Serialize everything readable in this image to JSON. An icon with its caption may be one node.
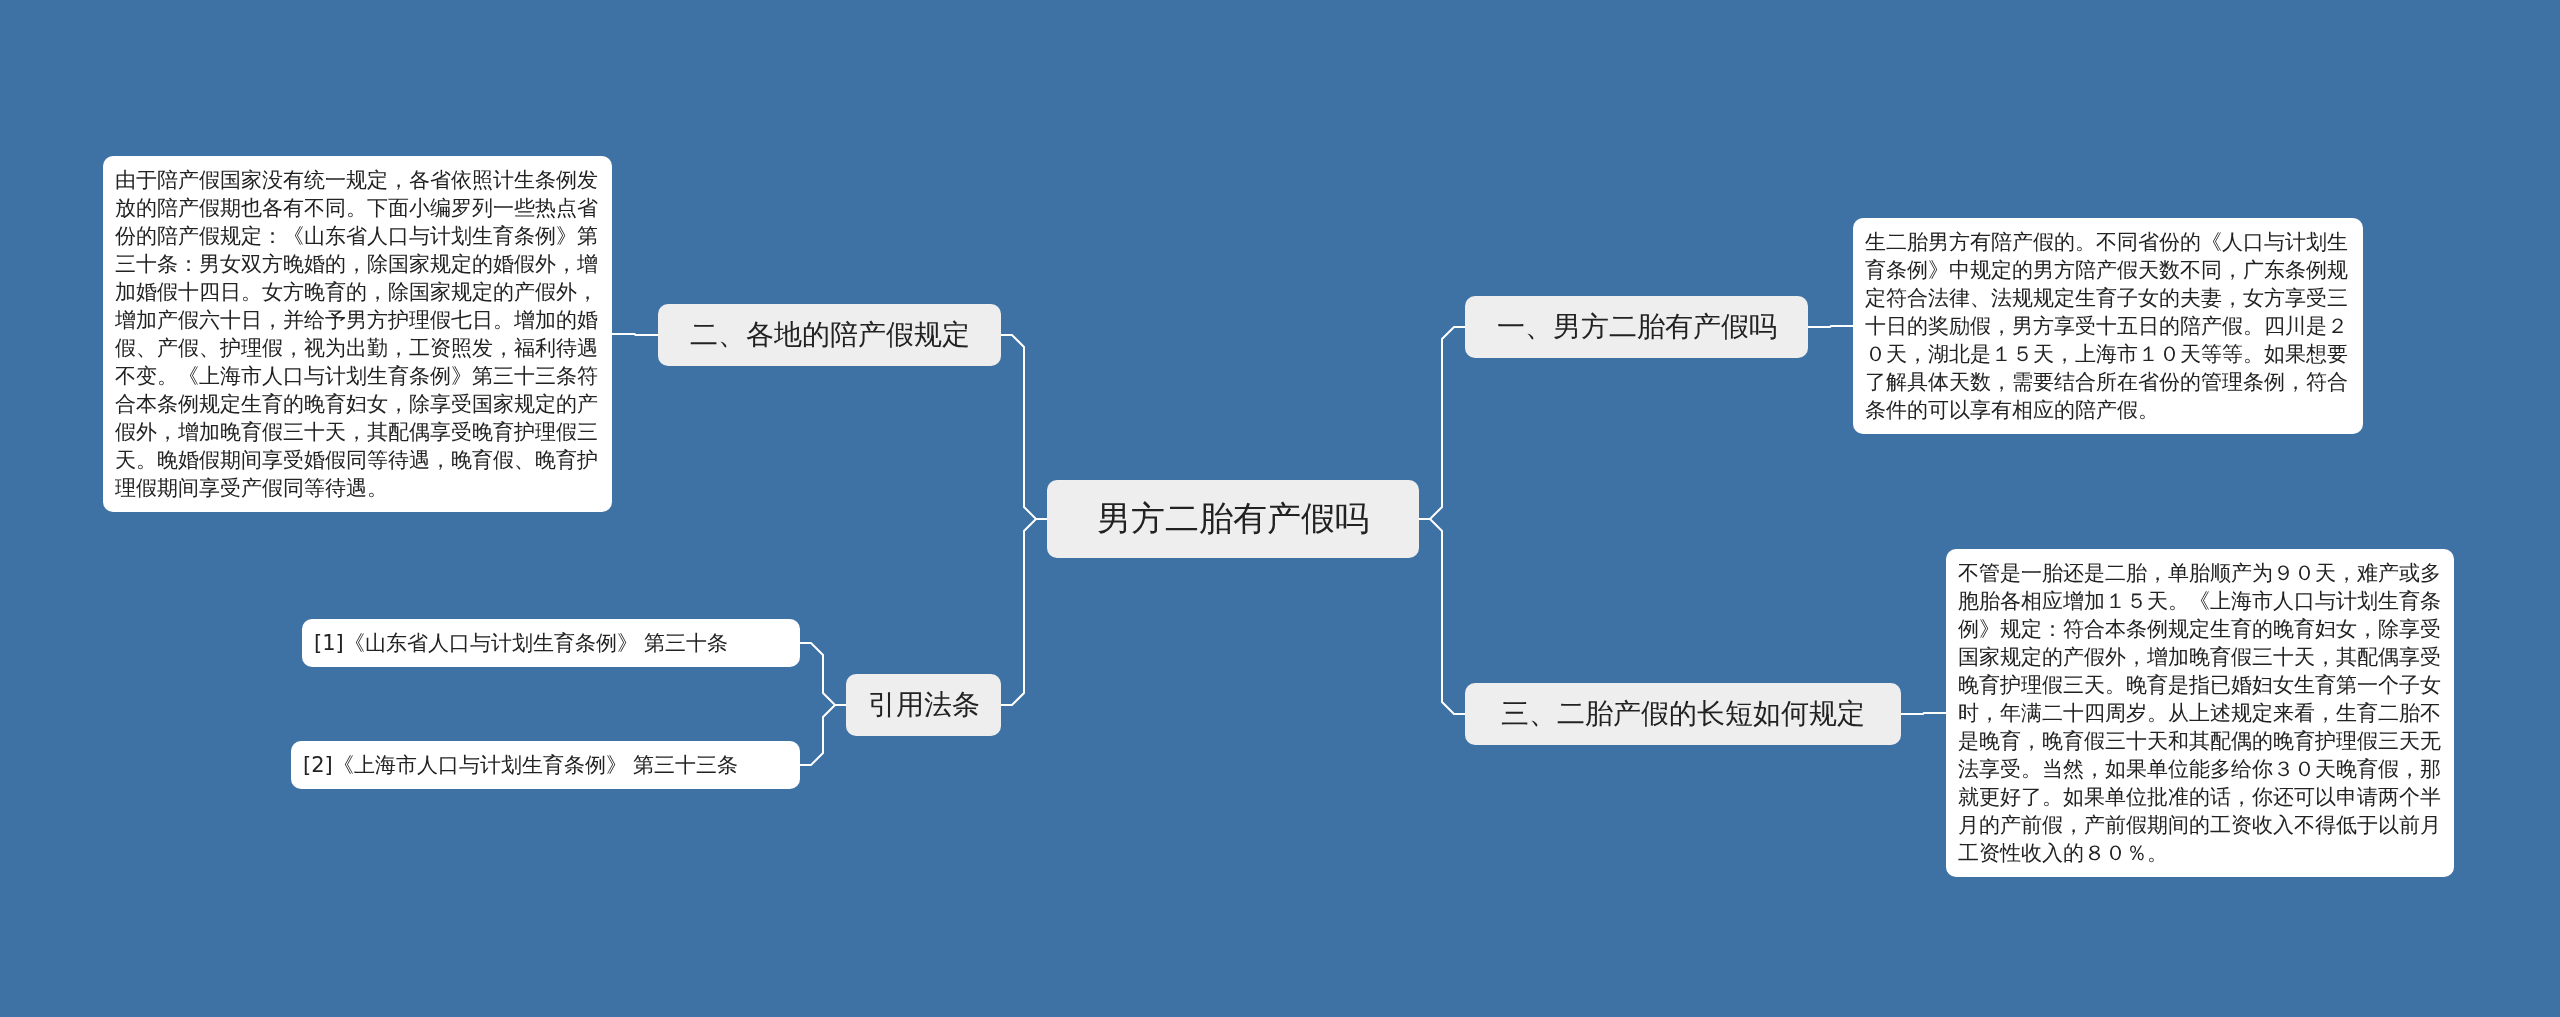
{
  "diagram": {
    "nodes": [
      {
        "text": [
          "男方二胎有产假吗"
        ]
      },
      {
        "text": [
          "一、男方二胎有产假吗"
        ]
      },
      {
        "text": [
          "生二胎男方有陪产假的。不同省份的《人口与计划生育条例》中规定的男方陪产假天数不同，广东条例规定符合法律、法规规定生育子女的夫妻，女方享受三十日的奖励假，男方享受十五日的陪产假。四川是２０天，湖北是１５天，上海市１０天等等。如果想要了解具体天数，需要结合所在省份的管理条例，符合条件的可以享有相应的陪产假。"
        ]
      },
      {
        "text": [
          "三、二胎产假的长短如何规定"
        ]
      },
      {
        "text": [
          "不管是一胎还是二胎，单胎顺产为９０天，难产或多胞胎各相应增加１５天。《上海市人口与计划生育条例》规定：符合本条例规定生育的晚育妇女，除享受国家规定的产假外，增加晚育假三十天，其配偶享受晚育护理假三天。晚育是指已婚妇女生育第一个子女时，年满二十四周岁。从上述规定来看，生育二胎不是晚育，晚育假三十天和其配偶的晚育护理假三天无法享受。当然，如果单位能多给你３０天晚育假，那就更好了。如果单位批准的话，你还可以申请两个半月的产前假，产前假期间的工资收入不得低于以前月工资性收入的８０％。"
        ]
      },
      {
        "text": [
          "二、各地的陪产假规定"
        ]
      },
      {
        "text": [
          "由于陪产假国家没有统一规定，各省依照计生条例发放的陪产假期也各有不同。下面小编罗列一些热点省份的陪产假规定：《山东省人口与计划生育条例》第三十条：男女双方晚婚的，除国家规定的婚假外，增加婚假十四日。女方晚育的，除国家规定的产假外，增加产假六十日，并给予男方护理假七日。增加的婚假、产假、护理假，视为出勤，工资照发，福利待遇不变。《上海市人口与计划生育条例》第三十三条符合本条例规定生育的晚育妇女，除享受国家规定的产假外，增加晚育假三十天，其配偶享受晚育护理假三天。晚婚假期间享受婚假同等待遇，晚育假、晚育护理假期间享受产假同等待遇。"
        ]
      },
      {
        "text": [
          "引用法条"
        ]
      },
      {
        "text": [
          "[1]《山东省人口与计划生育条例》 第三十条"
        ]
      },
      {
        "text": [
          "[2]《上海市人口与计划生育条例》 第三十三条"
        ]
      }
    ],
    "edges": [
      {
        "from": 0,
        "to": 1,
        "arrow": "none"
      },
      {
        "from": 1,
        "to": 2,
        "arrow": "none"
      },
      {
        "from": 0,
        "to": 3,
        "arrow": "none"
      },
      {
        "from": 3,
        "to": 4,
        "arrow": "none"
      },
      {
        "from": 0,
        "to": 5,
        "arrow": "none"
      },
      {
        "from": 5,
        "to": 6,
        "arrow": "none"
      },
      {
        "from": 0,
        "to": 7,
        "arrow": "none"
      },
      {
        "from": 7,
        "to": 8,
        "arrow": "none"
      },
      {
        "from": 7,
        "to": 9,
        "arrow": "none"
      }
    ]
  }
}
